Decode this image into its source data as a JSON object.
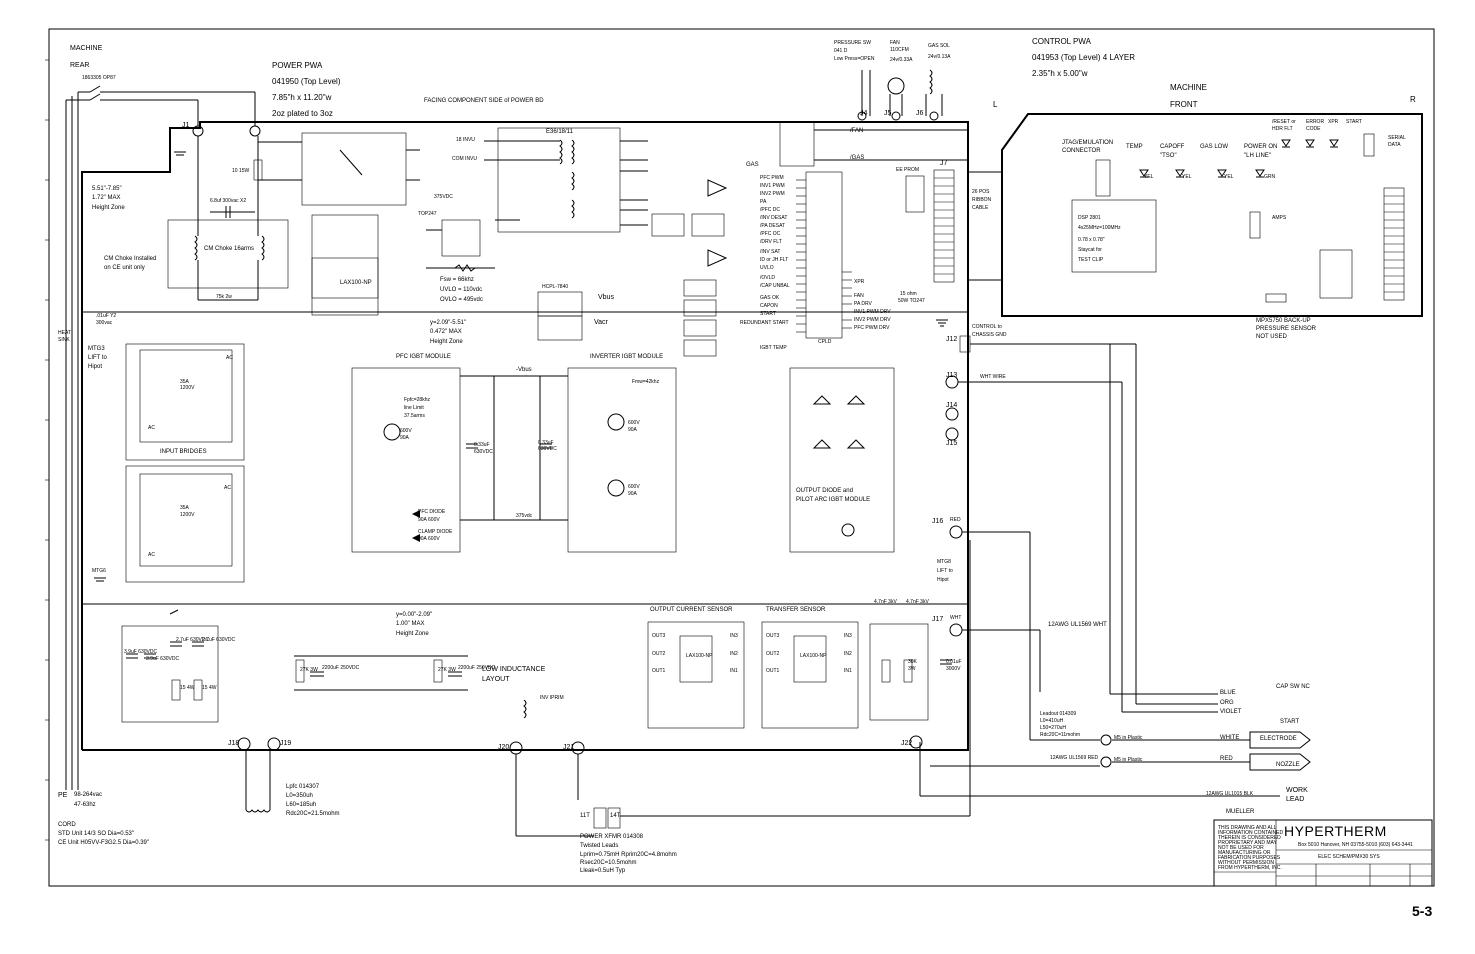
{
  "page_number": "5-3",
  "machine_rear": {
    "machine": "MACHINE",
    "rear": "REAR",
    "tag": "1863305 OP87"
  },
  "power_pwa": {
    "title": "POWER PWA",
    "part": "041950 (Top Level)",
    "size": "7.85\"h x 11.20\"w",
    "copper": "2oz plated to 3oz",
    "facing": "FACING COMPONENT SIDE of POWER BD",
    "height_zone_1": [
      "5.51\"-7.85\"",
      "1.72\" MAX",
      "Height Zone"
    ],
    "height_zone_2": [
      "y=2.09\"-5.51\"",
      "0.472\" MAX",
      "Height Zone"
    ],
    "height_zone_3": [
      "y=0.00\"-2.09\"",
      "1.00\" MAX",
      "Height Zone"
    ]
  },
  "control_pwa": {
    "title": "CONTROL PWA",
    "part": "041953 (Top Level) 4 LAYER",
    "size": "2.35\"h x 5.00\"w",
    "machine": "MACHINE",
    "front": "FRONT",
    "left": "L",
    "right": "R"
  },
  "fan_gas": {
    "pressure_sw": [
      "PRESSURE SW",
      "041 D",
      "Low Press=OPEN"
    ],
    "fan": [
      "FAN",
      "110CFM",
      "24v/0.33A"
    ],
    "gas_sol": [
      "GAS SOL",
      "24v/0.13A"
    ]
  },
  "connectors": {
    "j1": "J1",
    "j4": "J4",
    "j5": "J5",
    "j6": "J6",
    "j7": "J7",
    "j12": "J12",
    "j13": "J13",
    "j14": "J14",
    "j15": "J15",
    "j16": "J16",
    "j17": "J17",
    "j18": "J18",
    "j19": "J19",
    "j20": "J20",
    "j21": "J21",
    "j22": "J22"
  },
  "power_labels": {
    "cm_choke": "CM Choke 16arms",
    "cm_choke_note": [
      "CM Choke Installed",
      "on CE unit only"
    ],
    "cap_x2": "6.8uf 300vac X2",
    "res_10_15w": "10 15W",
    "res_75k": "75k 2w",
    "lax100": "LAX100-NP",
    "top247": "TOP247",
    "vdc_375": "375VDC",
    "e36": "E36/18/11",
    "inv_18": "18 INVU",
    "com_inv": "COM INVU",
    "fsw": [
      "Fsw = 66khz",
      "UVLO = 110vdc",
      "OVLO = 495vdc"
    ],
    "hcpl": "HCPL-7840",
    "vbus": "Vbus",
    "vacr": "Vacr",
    "heatsink": [
      "HEAT",
      "SINK"
    ],
    "mtg3": [
      "MTG3",
      "LIFT to",
      "Hipot"
    ],
    "cap_y2": [
      ".01uF Y2",
      "300vac"
    ],
    "bridge_rating": [
      "35A",
      "1200V"
    ],
    "ac": "AC",
    "input_bridges": "INPUT BRIDGES",
    "mtg6": "MTG6",
    "pfc_module": "PFC IGBT MODULE",
    "inverter_module": "INVERTER IGBT MODULE",
    "neg_vbus": "-Vbus",
    "fpfc": [
      "Fpfc=28khz",
      "line Limit",
      "37.5arms"
    ],
    "igbt_600v": [
      "600V",
      "90A"
    ],
    "cap_033_a": [
      "0.33uF",
      "630VDC"
    ],
    "cap_033_b": [
      "0.33uF",
      "630VDC"
    ],
    "fmw": "Fmw=42khz",
    "pfc_diode": [
      "PFC DIODE",
      "90A 600V"
    ],
    "clamp_diode": [
      "CLAMP DIODE",
      "90A 600V"
    ],
    "v375": "375vdc",
    "output_diode": [
      "OUTPUT DIODE and",
      "PILOT ARC IGBT MODULE"
    ],
    "res_15ohm": [
      "15 ohm",
      "50W TO247"
    ],
    "control_chassis": [
      "CONTROL to",
      "CHASSIS GND"
    ],
    "wht_wire": "WHT WIRE",
    "red": "RED",
    "wht": "WHT",
    "mtg8": [
      "MTG8",
      "LIFT to",
      "Hipot"
    ],
    "output_sensor": "OUTPUT CURRENT SENSOR",
    "transfer_sensor": "TRANSFER SENSOR",
    "sensor_pins": [
      "OUT3",
      "OUT2",
      "OUT1",
      "IN3",
      "IN2",
      "IN1"
    ],
    "cap_bank": [
      "3.9uF 630VDC",
      "3.9uF 630VDC",
      "2.7uF 630VDC",
      "2.7uF 630VDC"
    ],
    "res_15_4w": [
      "15 4W",
      "15 4W"
    ],
    "res_27k": [
      "27K 3W",
      "27K 3W"
    ],
    "cap_2200": [
      "2200uF 250VDC",
      "2200uF 250VDC"
    ],
    "low_inductance": [
      "LOW INDUCTANCE",
      "LAYOUT"
    ],
    "inv_iprim": "INV IPRIM",
    "res_30k": [
      "30K",
      "3W"
    ],
    "cap_001": [
      "0.01uF",
      "3000V"
    ],
    "cap_47nf": [
      "4.7nF 3kV",
      "4.7nF 3kV"
    ],
    "awg_12_wht": "12AWG UL1569 WHT",
    "awg_12_red": "12AWG UL1569 RED",
    "awg_12_blk": "12AWG UL1015 BLK",
    "leadout": [
      "Leadout 014309",
      "L0=410uH",
      "L50=270uH",
      "Rdc20C=11mohm"
    ],
    "m5_plastic": "M5 in Plastic"
  },
  "control_labels": {
    "jtag": [
      "JTAG/EMULATION",
      "CONNECTOR"
    ],
    "temp": "TEMP",
    "capoff": [
      "CAPOFF",
      "\"TSO\""
    ],
    "gas_low": "GAS LOW",
    "power_on": [
      "POWER ON",
      "\"LH LINE\""
    ],
    "yel": "YEL",
    "grn": "GRN",
    "reset": [
      "/RESET or",
      "HDR FLT"
    ],
    "error": [
      "ERROR",
      "CODE"
    ],
    "xpr": "XPR",
    "start": "START",
    "serial": [
      "SERIAL",
      "DATA"
    ],
    "dsp": [
      "DSP 2801",
      "4x25MHz=100MHz",
      "0.78 x 0.78\"",
      "Staycat for",
      "TEST CLIP"
    ],
    "amps": "AMPS",
    "mpx": [
      "MPX5750 BACK-UP",
      "PRESSURE SENSOR",
      "NOT USED"
    ],
    "ribbon": [
      "26 POS",
      "RIBBON",
      "CABLE"
    ],
    "ee_prom": "EE PROM",
    "cpld": "CPLD",
    "gas": "GAS",
    "fan_sig": "/FAN",
    "gas_sig": "/GAS",
    "igbt_temp": "IGBT TEMP",
    "redundant_start": "REDUNDANT START",
    "cpld_inputs": [
      "PFC PWM",
      "INV1 PWM",
      "INV2 PWM",
      "PA",
      "/PFC DC",
      "/INV DESAT",
      "/PA DESAT",
      "/PFC OC",
      "/DRV FLT",
      "/INV SAT",
      "ID or JH FLT",
      "UVLO",
      "/OVLD",
      "/CAP UNBAL",
      "GAS OK",
      "CAPON",
      "START"
    ],
    "cpld_outputs": [
      "XPR",
      "FAN",
      "PA DRV",
      "INV1 PWM DRV",
      "INV2 PWM DRV",
      "PFC PWM DRV"
    ]
  },
  "output_terminals": {
    "cap_sw_nc": "CAP SW NC",
    "blue": "BLUE",
    "org": "ORG",
    "violet": "VIOLET",
    "start": "START",
    "white": "WHITE",
    "electrode": "ELECTRODE",
    "red": "RED",
    "nozzle": "NOZZLE",
    "work": [
      "WORK",
      "LEAD"
    ],
    "mueller": "MUELLER"
  },
  "input_cord": {
    "pe": "PE",
    "voltage": "98-264vac",
    "freq": "47-63hz",
    "cord": "CORD",
    "std": "STD Unit 14/3 SO Dia=0.53\"",
    "ce": "CE Unit H05VV-F3G2.5 Dia=0.39\""
  },
  "lpfc": [
    "Lpfc 014307",
    "L0=350uh",
    "L60=185uh",
    "Rdc20C=21.5mohm"
  ],
  "xfmr": {
    "turns": [
      "11T",
      "14T"
    ],
    "notes": [
      "POWER XFMR 014308",
      "Twisted Leads",
      "Lprim=0.75mH Rprim20C=4.8mohm",
      "Rsec20C=10.5mohm",
      "Lleak=0.5uH Typ"
    ]
  },
  "title_block": {
    "company": "HYPERTHERM",
    "address": "Box 5010 Hanover, NH 03755-5010 (603) 643-3441",
    "drawing_title": "ELEC SCHEM/PMX30 SYS",
    "notice": [
      "THIS DRAWING AND ALL",
      "INFORMATION CONTAINED",
      "THEREIN IS CONSIDERED",
      "PROPRIETARY AND MAY",
      "NOT BE USED FOR",
      "MANUFACTURING OR",
      "FABRICATION PURPOSES",
      "WITHOUT PERMISSION",
      "FROM HYPERTHERM, INC."
    ]
  }
}
